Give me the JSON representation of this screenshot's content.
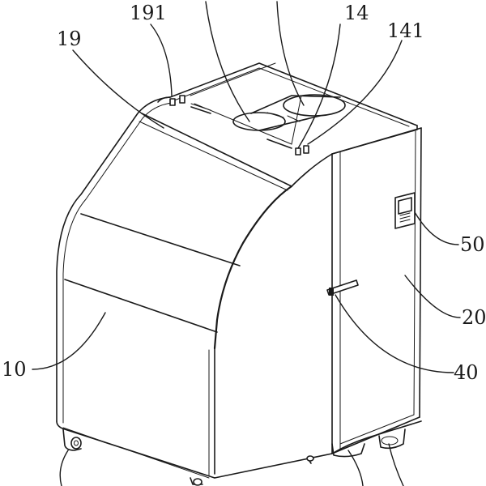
{
  "labels": {
    "l191": "191",
    "l19": "19",
    "l14": "14",
    "l141": "141",
    "l50": "50",
    "l20": "20",
    "l40": "40",
    "l10": "10"
  },
  "colors": {
    "line": "#1a1a1a",
    "background": "#ffffff"
  }
}
